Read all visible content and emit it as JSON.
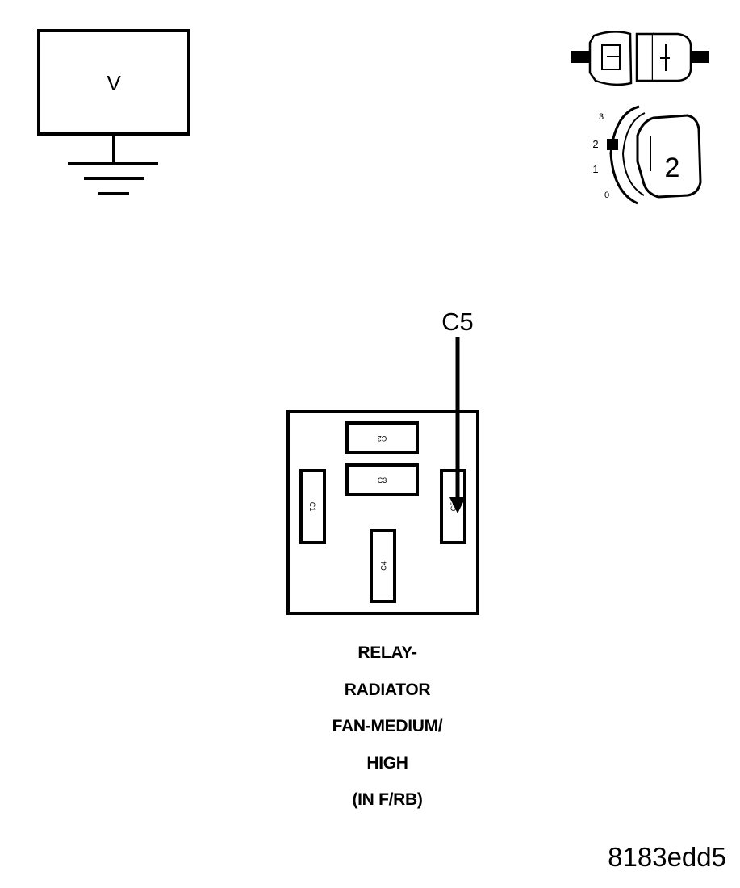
{
  "voltmeter": {
    "symbol": "V"
  },
  "ignition": {
    "positions": [
      "3",
      "2",
      "1",
      "0"
    ],
    "key_position": "2"
  },
  "relay": {
    "pointer_label": "C5",
    "cavities": {
      "c1": "C1",
      "c2": "C2",
      "c3": "C3",
      "c4": "C4",
      "c5": "C5"
    },
    "name_lines": [
      "RELAY-",
      "RADIATOR",
      "FAN-MEDIUM/",
      "HIGH",
      "(IN F/RB)"
    ]
  },
  "figure_code": "8183edd5"
}
